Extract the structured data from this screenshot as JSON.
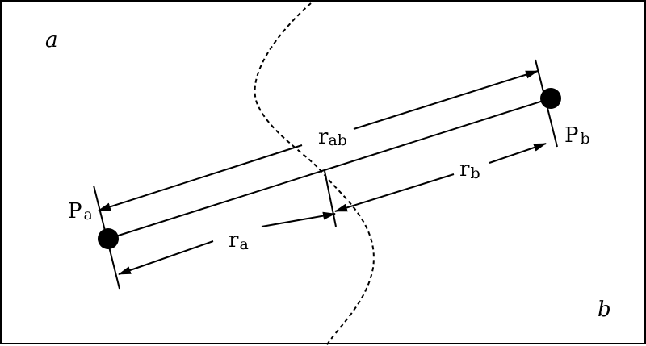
{
  "diagram": {
    "region_a_label": "a",
    "region_b_label": "b",
    "point_a_label": "P",
    "point_a_sub": "a",
    "point_b_label": "P",
    "point_b_sub": "b",
    "dist_ab_label": "r",
    "dist_ab_sub": "ab",
    "dist_a_label": "r",
    "dist_a_sub": "a",
    "dist_b_label": "r",
    "dist_b_sub": "b"
  }
}
